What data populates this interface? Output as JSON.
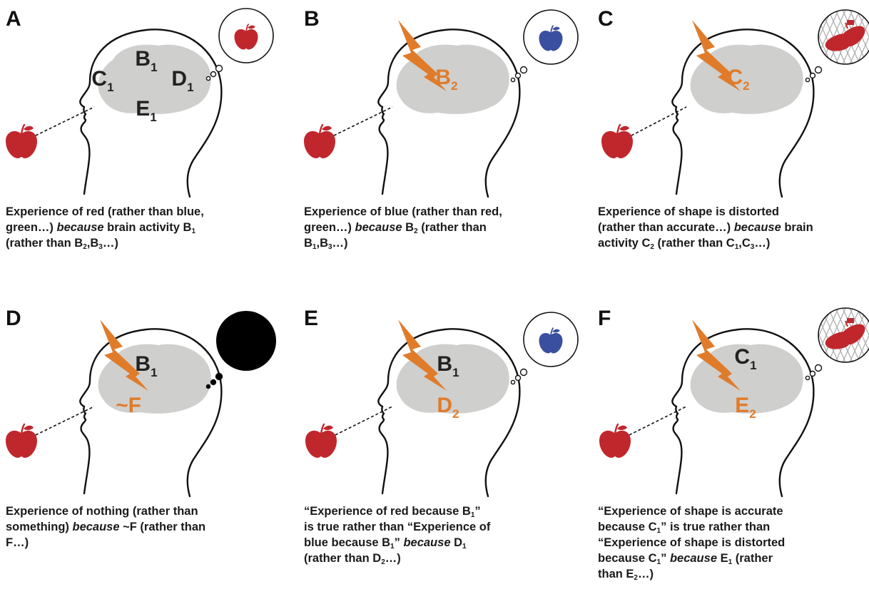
{
  "panels": [
    {
      "id": "A",
      "letter": "A",
      "thought": "red-apple",
      "bolt": false,
      "labels": [
        {
          "text": "B",
          "sub": "1",
          "color": "#222222"
        },
        {
          "text": "C",
          "sub": "1",
          "color": "#222222"
        },
        {
          "text": "D",
          "sub": "1",
          "color": "#222222"
        },
        {
          "text": "E",
          "sub": "1",
          "color": "#222222"
        }
      ],
      "caption": [
        [
          {
            "t": "Experience of red (rather than blue,"
          }
        ],
        [
          {
            "t": "green…) "
          },
          {
            "t": "because",
            "i": true
          },
          {
            "t": " brain activity B"
          },
          {
            "t": "1",
            "s": true
          }
        ],
        [
          {
            "t": "(rather than B"
          },
          {
            "t": "2",
            "s": true
          },
          {
            "t": ",B"
          },
          {
            "t": "3",
            "s": true
          },
          {
            "t": "…)"
          }
        ]
      ]
    },
    {
      "id": "B",
      "letter": "B",
      "thought": "blue-apple",
      "bolt": true,
      "labels": [
        {
          "text": "B",
          "sub": "2",
          "color": "#e07b2a"
        }
      ],
      "caption": [
        [
          {
            "t": "Experience of blue (rather than red,"
          }
        ],
        [
          {
            "t": "green…) "
          },
          {
            "t": "because",
            "i": true
          },
          {
            "t": " B"
          },
          {
            "t": "2",
            "s": true
          },
          {
            "t": " (rather than"
          }
        ],
        [
          {
            "t": "B"
          },
          {
            "t": "1",
            "s": true
          },
          {
            "t": ",B"
          },
          {
            "t": "3",
            "s": true
          },
          {
            "t": "…)"
          }
        ]
      ]
    },
    {
      "id": "C",
      "letter": "C",
      "thought": "distorted-apple",
      "bolt": true,
      "labels": [
        {
          "text": "C",
          "sub": "2",
          "color": "#e07b2a"
        }
      ],
      "caption": [
        [
          {
            "t": "Experience of shape is distorted"
          }
        ],
        [
          {
            "t": "(rather than accurate…) "
          },
          {
            "t": "because",
            "i": true
          },
          {
            "t": " brain"
          }
        ],
        [
          {
            "t": "activity C"
          },
          {
            "t": "2",
            "s": true
          },
          {
            "t": " (rather than C"
          },
          {
            "t": "1",
            "s": true
          },
          {
            "t": ",C"
          },
          {
            "t": "3",
            "s": true
          },
          {
            "t": "…)"
          }
        ]
      ]
    },
    {
      "id": "D",
      "letter": "D",
      "thought": "black-nothing",
      "bolt": true,
      "labels": [
        {
          "text": "B",
          "sub": "1",
          "color": "#222222"
        },
        {
          "text": "~F",
          "sub": "",
          "color": "#e07b2a"
        }
      ],
      "caption": [
        [
          {
            "t": "Experience of nothing (rather than"
          }
        ],
        [
          {
            "t": "something) "
          },
          {
            "t": "because",
            "i": true
          },
          {
            "t": " ~F (rather than"
          }
        ],
        [
          {
            "t": "F…)"
          }
        ]
      ]
    },
    {
      "id": "E",
      "letter": "E",
      "thought": "blue-apple",
      "bolt": true,
      "labels": [
        {
          "text": "B",
          "sub": "1",
          "color": "#222222"
        },
        {
          "text": "D",
          "sub": "2",
          "color": "#e07b2a"
        }
      ],
      "caption": [
        [
          {
            "t": "“Experience of red because B"
          },
          {
            "t": "1",
            "s": true
          },
          {
            "t": "”"
          }
        ],
        [
          {
            "t": "is true rather than “Experience of"
          }
        ],
        [
          {
            "t": "blue because B"
          },
          {
            "t": "1",
            "s": true
          },
          {
            "t": "” "
          },
          {
            "t": "because",
            "i": true
          },
          {
            "t": " D"
          },
          {
            "t": "1",
            "s": true
          }
        ],
        [
          {
            "t": "(rather than D"
          },
          {
            "t": "2",
            "s": true
          },
          {
            "t": "…)"
          }
        ]
      ]
    },
    {
      "id": "F",
      "letter": "F",
      "thought": "distorted-apple",
      "bolt": true,
      "labels": [
        {
          "text": "C",
          "sub": "1",
          "color": "#222222"
        },
        {
          "text": "E",
          "sub": "2",
          "color": "#e07b2a"
        }
      ],
      "caption": [
        [
          {
            "t": "“Experience of shape is accurate"
          }
        ],
        [
          {
            "t": "because C"
          },
          {
            "t": "1",
            "s": true
          },
          {
            "t": "” is true rather than"
          }
        ],
        [
          {
            "t": "“Experience of shape is distorted"
          }
        ],
        [
          {
            "t": "because C"
          },
          {
            "t": "1",
            "s": true
          },
          {
            "t": "” "
          },
          {
            "t": "because",
            "i": true
          },
          {
            "t": " E"
          },
          {
            "t": "1",
            "s": true
          },
          {
            "t": " (rather"
          }
        ],
        [
          {
            "t": "than E"
          },
          {
            "t": "2",
            "s": true
          },
          {
            "t": "…)"
          }
        ]
      ]
    }
  ],
  "colors": {
    "brain": "#cfcfcd",
    "apple_red": "#c0272d",
    "apple_blue": "#3a4fa0",
    "bolt": "#e07b2a",
    "outline": "#111111"
  }
}
